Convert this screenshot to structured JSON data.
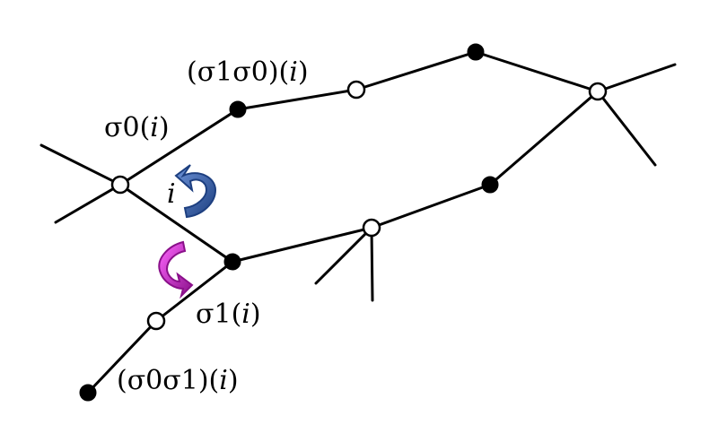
{
  "labels": {
    "sigma1sigma0_i": {
      "pre": "(σ1σ0)(",
      "var": "i",
      "post": ")"
    },
    "sigma0_i": {
      "pre": "σ0(",
      "var": "i",
      "post": ")"
    },
    "center_i": {
      "var": "i"
    },
    "sigma1_i": {
      "pre": "σ1(",
      "var": "i",
      "post": ")"
    },
    "sigma0sigma1_i": {
      "pre": "(σ0σ1)(",
      "var": "i",
      "post": ")"
    }
  },
  "colors": {
    "blue_arrow": "#3d68b8",
    "blue_arrow_dark": "#1d3f80",
    "magenta_arrow": "#e020e0",
    "magenta_arrow_dark": "#8a108a",
    "edge": "#000000"
  },
  "icons": {
    "blue": "rotation-arrow-icon",
    "magenta": "rotation-arrow-icon"
  }
}
